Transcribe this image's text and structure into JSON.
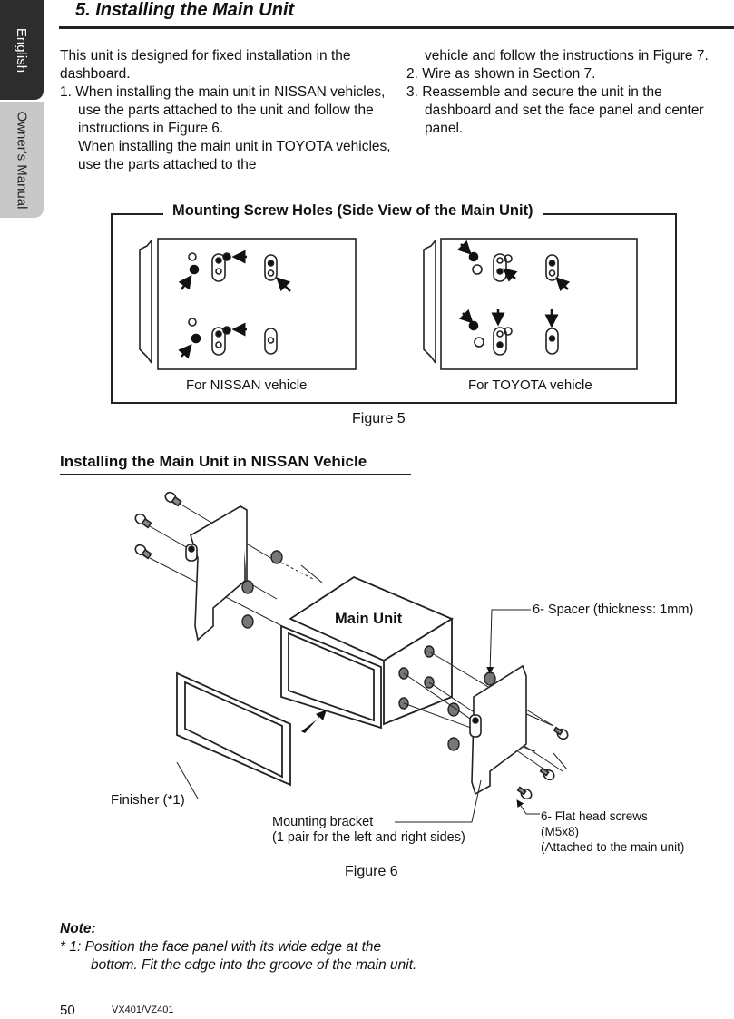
{
  "side_tabs": {
    "language": "English",
    "manual": "Owner's Manual"
  },
  "section": {
    "title": "5. Installing the Main Unit"
  },
  "intro": {
    "p1": "This unit is designed for fixed installation in the dashboard.",
    "item1_a": "1. When installing the main unit in NISSAN vehicles, use the parts attached to the unit and follow the instructions in Figure 6.",
    "item1_b": "When installing the main unit in TOYOTA vehicles, use the parts attached to the",
    "item1_c": "vehicle and follow the instructions in Figure 7.",
    "item2": "2. Wire as shown in Section 7.",
    "item3": "3. Reassemble and secure the unit in the dashboard and set the face panel and center panel."
  },
  "figure5": {
    "title": "Mounting Screw Holes (Side View of the  Main Unit)",
    "caption_nissan": "For NISSAN vehicle",
    "caption_toyota": "For TOYOTA vehicle",
    "label": "Figure 5"
  },
  "nissan_section": {
    "title": "Installing the Main Unit in NISSAN Vehicle"
  },
  "figure6": {
    "main_unit": "Main Unit",
    "spacer": "6- Spacer (thickness: 1mm)",
    "finisher": "Finisher (*1)",
    "bracket_1": "Mounting bracket",
    "bracket_2": "(1 pair for the left and right sides)",
    "screws_1": "6- Flat head screws",
    "screws_2": "(M5x8)",
    "screws_3": "(Attached to the main unit)",
    "label": "Figure 6"
  },
  "note": {
    "heading": "Note:",
    "line1": "* 1:  Position the face panel with its wide edge at the",
    "line2": "bottom. Fit the edge into the groove of the main unit."
  },
  "footer": {
    "page": "50",
    "model": "VX401/VZ401"
  }
}
